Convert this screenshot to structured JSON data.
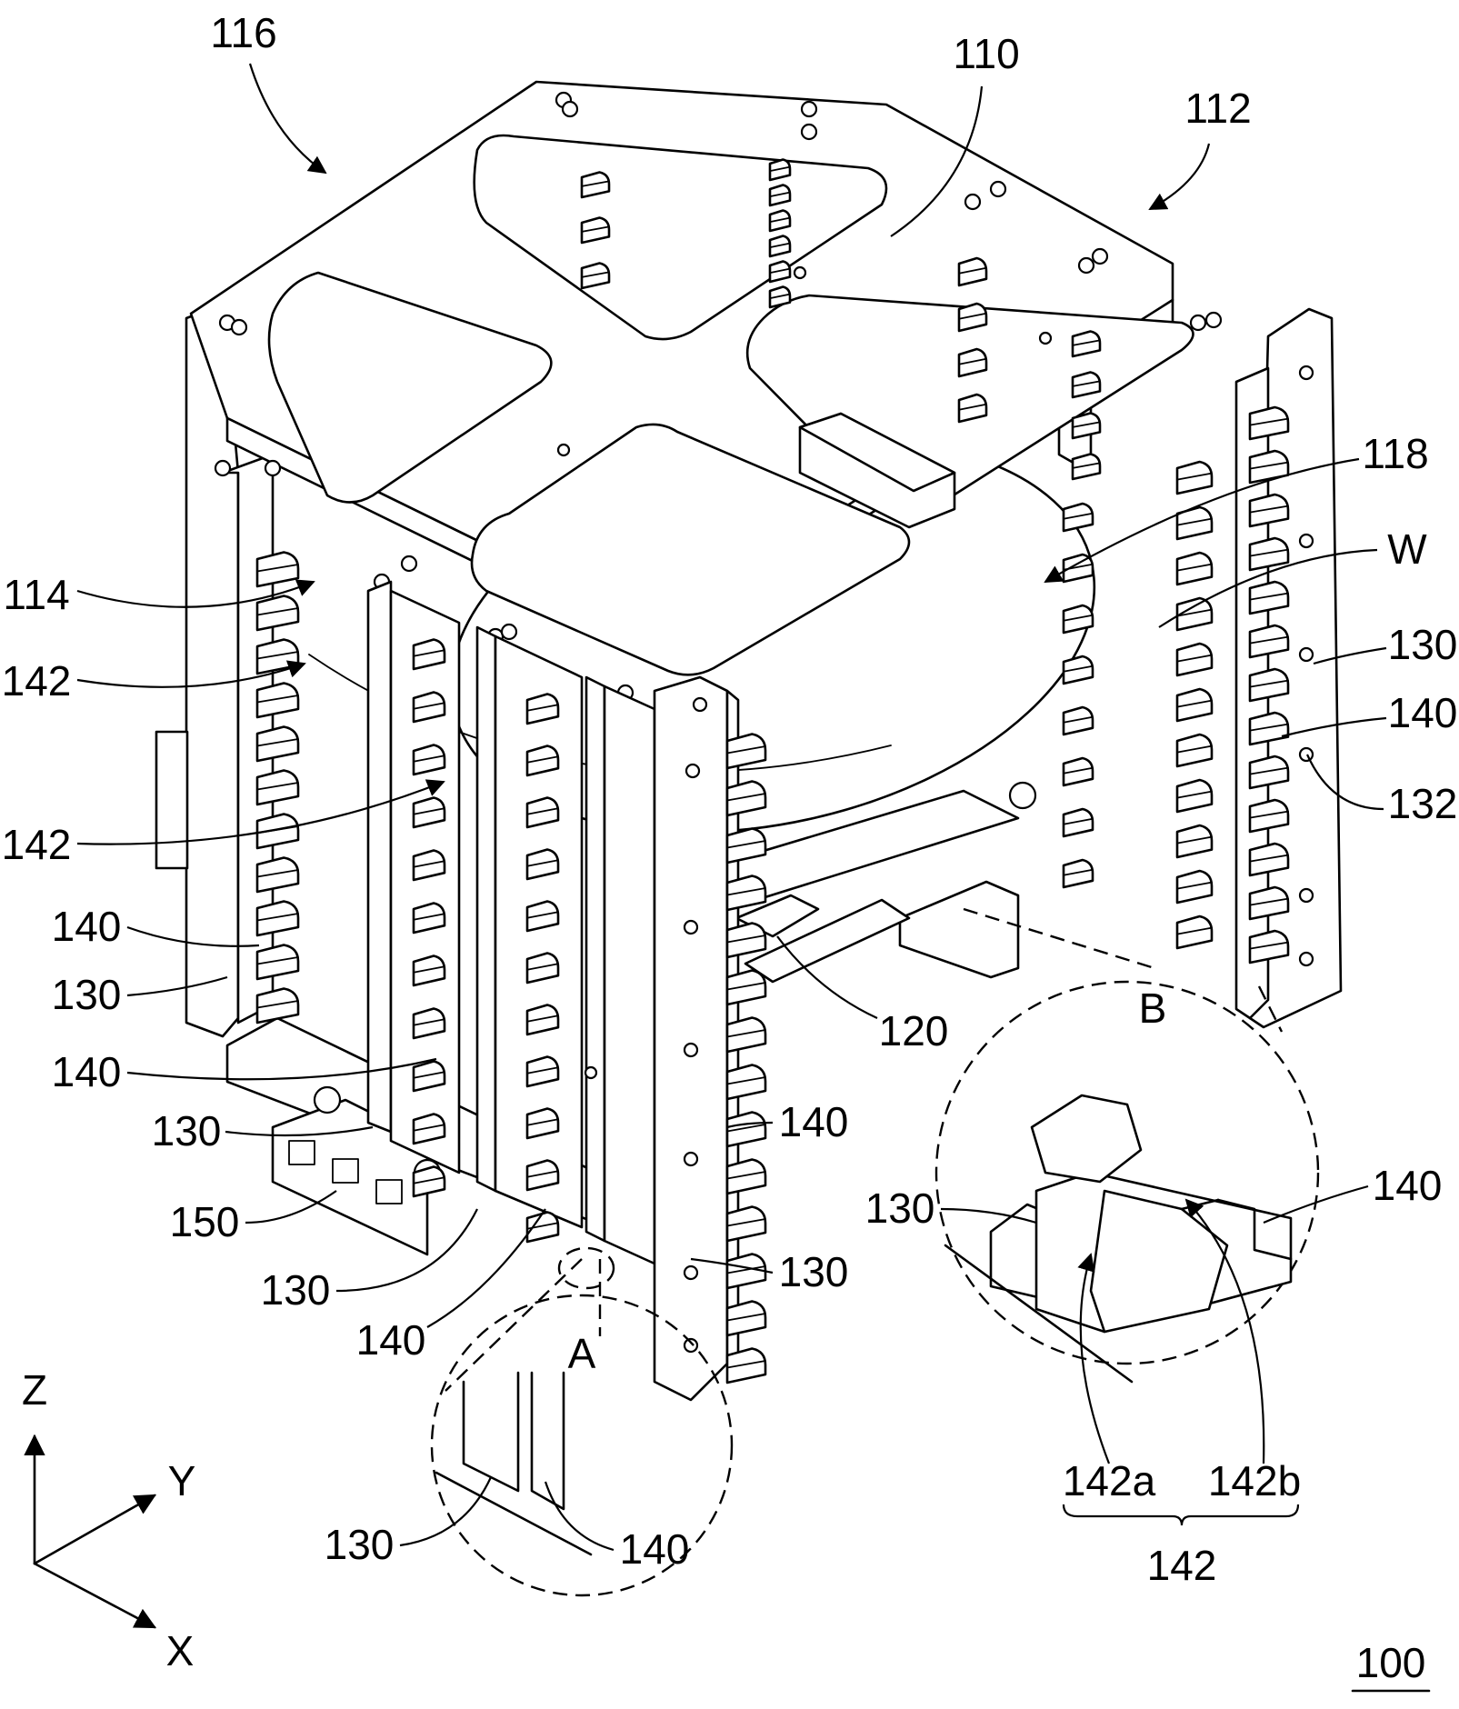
{
  "figure": {
    "ref_numerals": {
      "top_frame": "110",
      "side_112": "112",
      "side_114": "114",
      "side_116": "116",
      "ref_118": "118",
      "bottom_frame": "120",
      "side_plate": "130",
      "side_plate_hole": "132",
      "support_comb": "140",
      "slot_guide": "142",
      "slot_surface_a": "142a",
      "slot_surface_b": "142b",
      "base": "150",
      "wafer": "W",
      "device": "100"
    },
    "detail_labels": {
      "detail_a": "A",
      "detail_b": "B"
    },
    "axes": {
      "z": "Z",
      "y": "Y",
      "x": "X"
    }
  },
  "colors": {
    "line": "#000000",
    "paper": "#ffffff",
    "shade": "#e9e9e9"
  }
}
